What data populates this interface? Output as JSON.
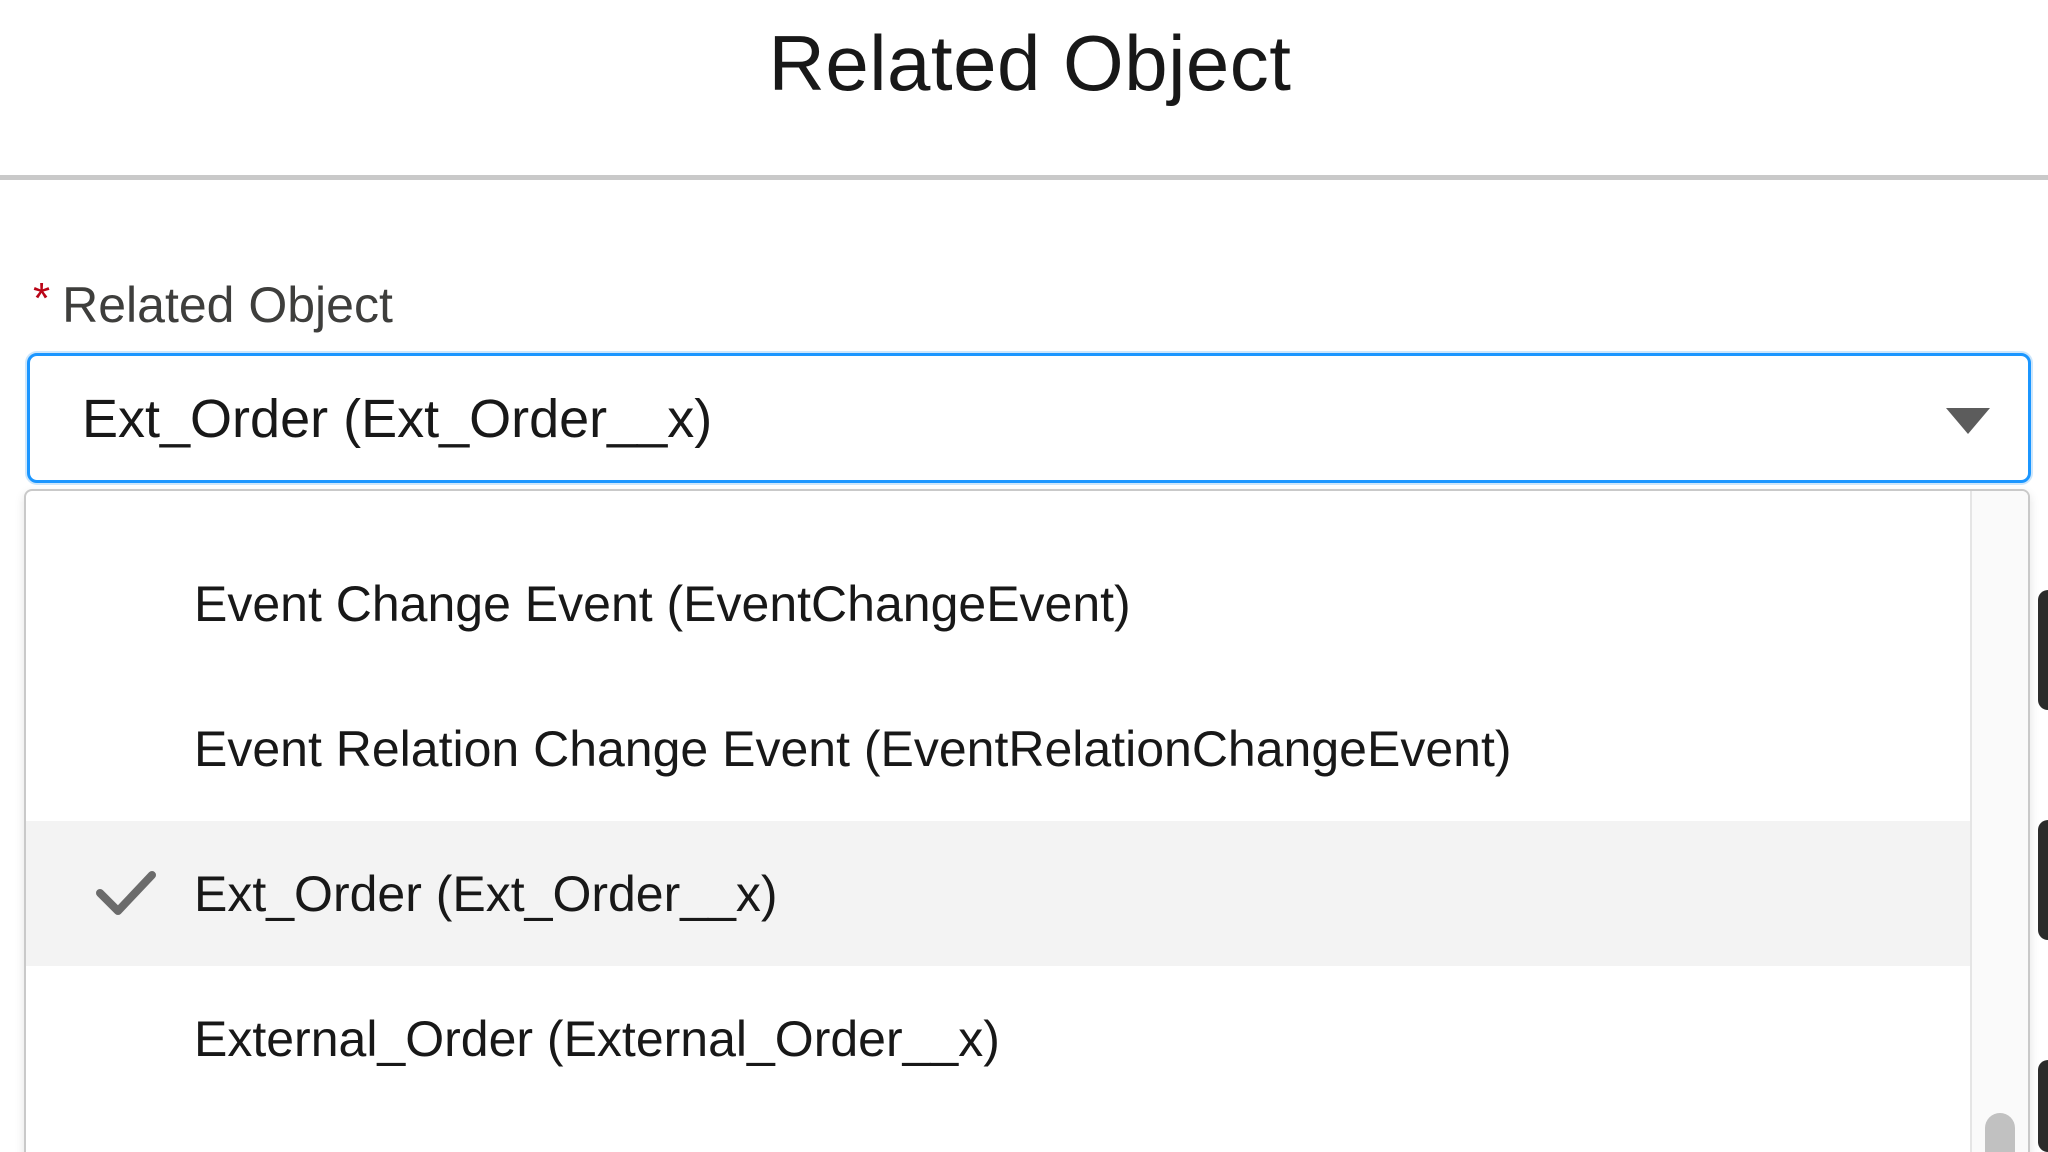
{
  "modal": {
    "title": "Related Object"
  },
  "field": {
    "required_marker": "*",
    "label": "Related Object",
    "value": "Ext_Order (Ext_Order__x)"
  },
  "icons": {
    "dropdown": "chevron-down-icon",
    "selected": "check-icon"
  },
  "colors": {
    "focus_border": "#1b96ff",
    "required": "#ba0517",
    "selected_row": "#f3f3f3"
  },
  "options": [
    {
      "label": "Event Change Event (EventChangeEvent)",
      "selected": false
    },
    {
      "label": "Event Relation Change Event (EventRelationChangeEvent)",
      "selected": false
    },
    {
      "label": "Ext_Order (Ext_Order__x)",
      "selected": true
    },
    {
      "label": "External_Order (External_Order__x)",
      "selected": false
    }
  ]
}
